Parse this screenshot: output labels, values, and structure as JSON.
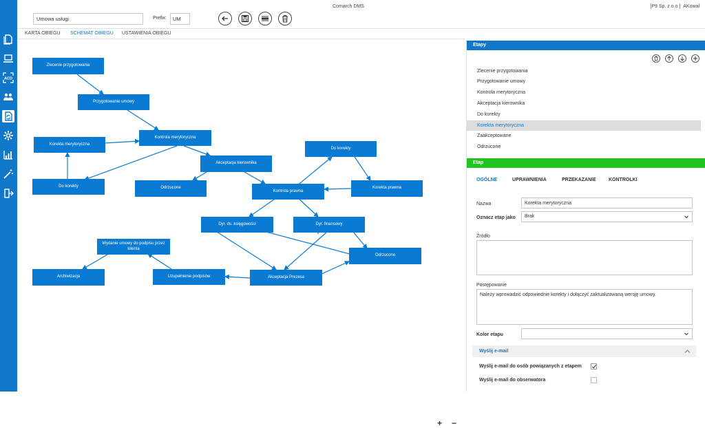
{
  "app": {
    "title": "Comarch DMS",
    "user": "[P9 Sp. z o.o.]",
    "login": "AKowal"
  },
  "document": {
    "name": "Umowa usługi",
    "prefix_label": "Prefix:",
    "prefix_value": "UM"
  },
  "toolbar": {
    "back_icon": "back-arrow-icon",
    "save_icon": "save-icon",
    "scan_icon": "scan-icon",
    "delete_icon": "trash-icon"
  },
  "tabs": [
    {
      "label": "KARTA OBIEGU"
    },
    {
      "label": "SCHEMAT OBIEGU"
    },
    {
      "label": "USTAWIENIA OBIEGU"
    }
  ],
  "diagram": {
    "nodes": [
      {
        "id": "n1",
        "label": "Zlecenie przygotowania"
      },
      {
        "id": "n2",
        "label": "Przygotowanie umowy"
      },
      {
        "id": "n3",
        "label": "Kontrola merytoryczna"
      },
      {
        "id": "n4",
        "label": "Korekta merytoryczna"
      },
      {
        "id": "n5",
        "label": "Do korekty"
      },
      {
        "id": "n6",
        "label": "Akceptacja kierownika"
      },
      {
        "id": "n7",
        "label": "Odrzucone"
      },
      {
        "id": "n8",
        "label": "Do korekty"
      },
      {
        "id": "n9",
        "label": "Kontrola prawna"
      },
      {
        "id": "n10",
        "label": "Korekta prawna"
      },
      {
        "id": "n11",
        "label": "Dyr. ds. księgowości"
      },
      {
        "id": "n12",
        "label": "Dyr. finansowy"
      },
      {
        "id": "n13",
        "label": "Wydanie umowy do podpisu przez klienta"
      },
      {
        "id": "n14",
        "label": "Odrzucone"
      },
      {
        "id": "n15",
        "label": "Archiwizacja"
      },
      {
        "id": "n16",
        "label": "Uzupełnienie podpisów"
      },
      {
        "id": "n17",
        "label": "Akceptacja Prezesa"
      }
    ],
    "zoom_in": "+",
    "zoom_out": "−"
  },
  "stages_panel": {
    "title": "Etapy",
    "items": [
      "Zlecenie przygotowania",
      "Przygotowanie umowy",
      "Kontrola merytoryczna",
      "Akceptacja kierownika",
      "Do korekty",
      "Korekta merytoryczna",
      "Zaakceptowane",
      "Odrzucone"
    ],
    "selected": "Korekta merytoryczna"
  },
  "stage_panel": {
    "title": "Etap",
    "tabs": [
      "OGÓLNE",
      "UPRAWNIENIA",
      "PRZEKAZANIE",
      "KONTROLKI"
    ],
    "name_label": "Nazwa",
    "name_value": "Korekta merytoryczna",
    "mark_label": "Oznacz etap jako",
    "mark_value": "Brak",
    "source_label": "Źródło",
    "source_value": "",
    "procedure_label": "Postępowanie",
    "procedure_value": "Należy wprowadzić odpowiednie korekty i dołączyć zaktualizowaną wersję umowy.",
    "color_label": "Kolor etapu",
    "color_value": "",
    "email_section": "Wyślij e-mail",
    "email_related_label": "Wyślij e-mail do osób powiązanych z etapem",
    "email_related_checked": true,
    "email_observer_label": "Wyślij e-mail do obserwatora",
    "email_observer_checked": false
  },
  "colors": {
    "accent": "#1177c9",
    "node": "#0a7ad2",
    "green": "#22c421"
  }
}
